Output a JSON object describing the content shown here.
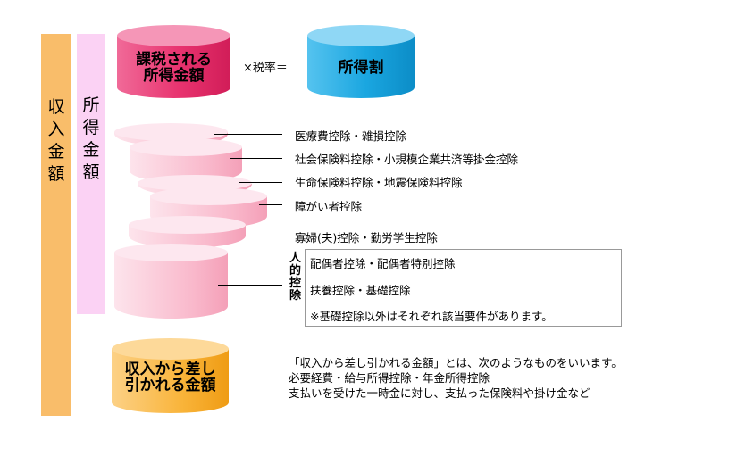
{
  "bars": {
    "income_chars": [
      "収",
      "入",
      "金",
      "額"
    ],
    "shotoku_chars": [
      "所",
      "得",
      "金",
      "額"
    ]
  },
  "top": {
    "taxable_line1": "課税される",
    "taxable_line2": "所得金額",
    "operator": "×税率＝",
    "income_split": "所得割"
  },
  "deductions": [
    "医療費控除・雑損控除",
    "社会保険料控除・小規模企業共済等掛金控除",
    "生命保険料控除・地震保険料控除",
    "障がい者控除",
    "寡婦(夫)控除・勤労学生控除"
  ],
  "personal": {
    "side_chars": [
      "人",
      "的",
      "控",
      "除"
    ],
    "item1": "配偶者控除・配偶者特別控除",
    "item2": "扶養控除・基礎控除",
    "note": "※基礎控除以外はそれぞれ該当要件があります。"
  },
  "subtract": {
    "cyl_line1": "収入から差し",
    "cyl_line2": "引かれる金額",
    "desc_line1": "「収入から差し引かれる金額」とは、次のようなものをいいます。",
    "desc_line2": "必要経費・給与所得控除・年金所得控除",
    "desc_line3": "支払いを受けた一時金に対し、支払った保険料や掛け金など"
  },
  "colors": {
    "income_bar": "#f9bd6a",
    "shotoku_bar": "#fbd2f4",
    "taxable_cylinder": "#e8336f",
    "split_cylinder": "#1aa6e0",
    "deduction_cylinders": "#f9b8cb",
    "subtract_cylinder": "#f9b43a"
  }
}
